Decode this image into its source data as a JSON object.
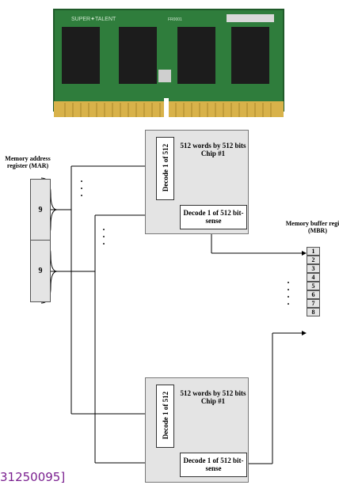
{
  "photo": {
    "brand": "SUPER✦TALENT",
    "label_code": "FR0001",
    "icon": "ram-module-photo"
  },
  "mar": {
    "label": "Memory address register (MAR)",
    "cells": [
      "9",
      "9"
    ]
  },
  "chips": [
    {
      "title": "512 words by 512 bits Chip #1",
      "row_decoder": "Decode 1 of 512",
      "sense_decoder": "Decode 1 of 512 bit-sense"
    },
    {
      "title": "512 words by 512 bits Chip #1",
      "row_decoder": "Decode 1 of 512",
      "sense_decoder": "Decode 1 of 512 bit-sense"
    }
  ],
  "mbr": {
    "label": "Memory buffer register (MBR)",
    "cells": [
      "1",
      "2",
      "3",
      "4",
      "5",
      "6",
      "7",
      "8"
    ]
  },
  "footer": {
    "code": "31250095]"
  },
  "colors": {
    "pcb": "#2f7d3c",
    "chip": "#1c1c1c",
    "gold": "#d8b24a",
    "box_fill": "#e4e4e4",
    "footer_text": "#7a1f8f"
  }
}
